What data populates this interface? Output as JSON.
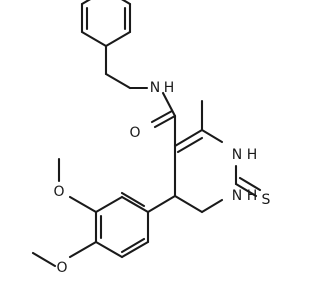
{
  "molecule": {
    "atoms": {
      "o_carbonyl": "O",
      "n_amide": "N",
      "h_amide": "H",
      "n1": "N",
      "h_n1": "H",
      "n3": "N",
      "h_n3": "H",
      "s_thione": "S",
      "o_methoxy_3": "O",
      "o_methoxy_4": "O"
    }
  }
}
